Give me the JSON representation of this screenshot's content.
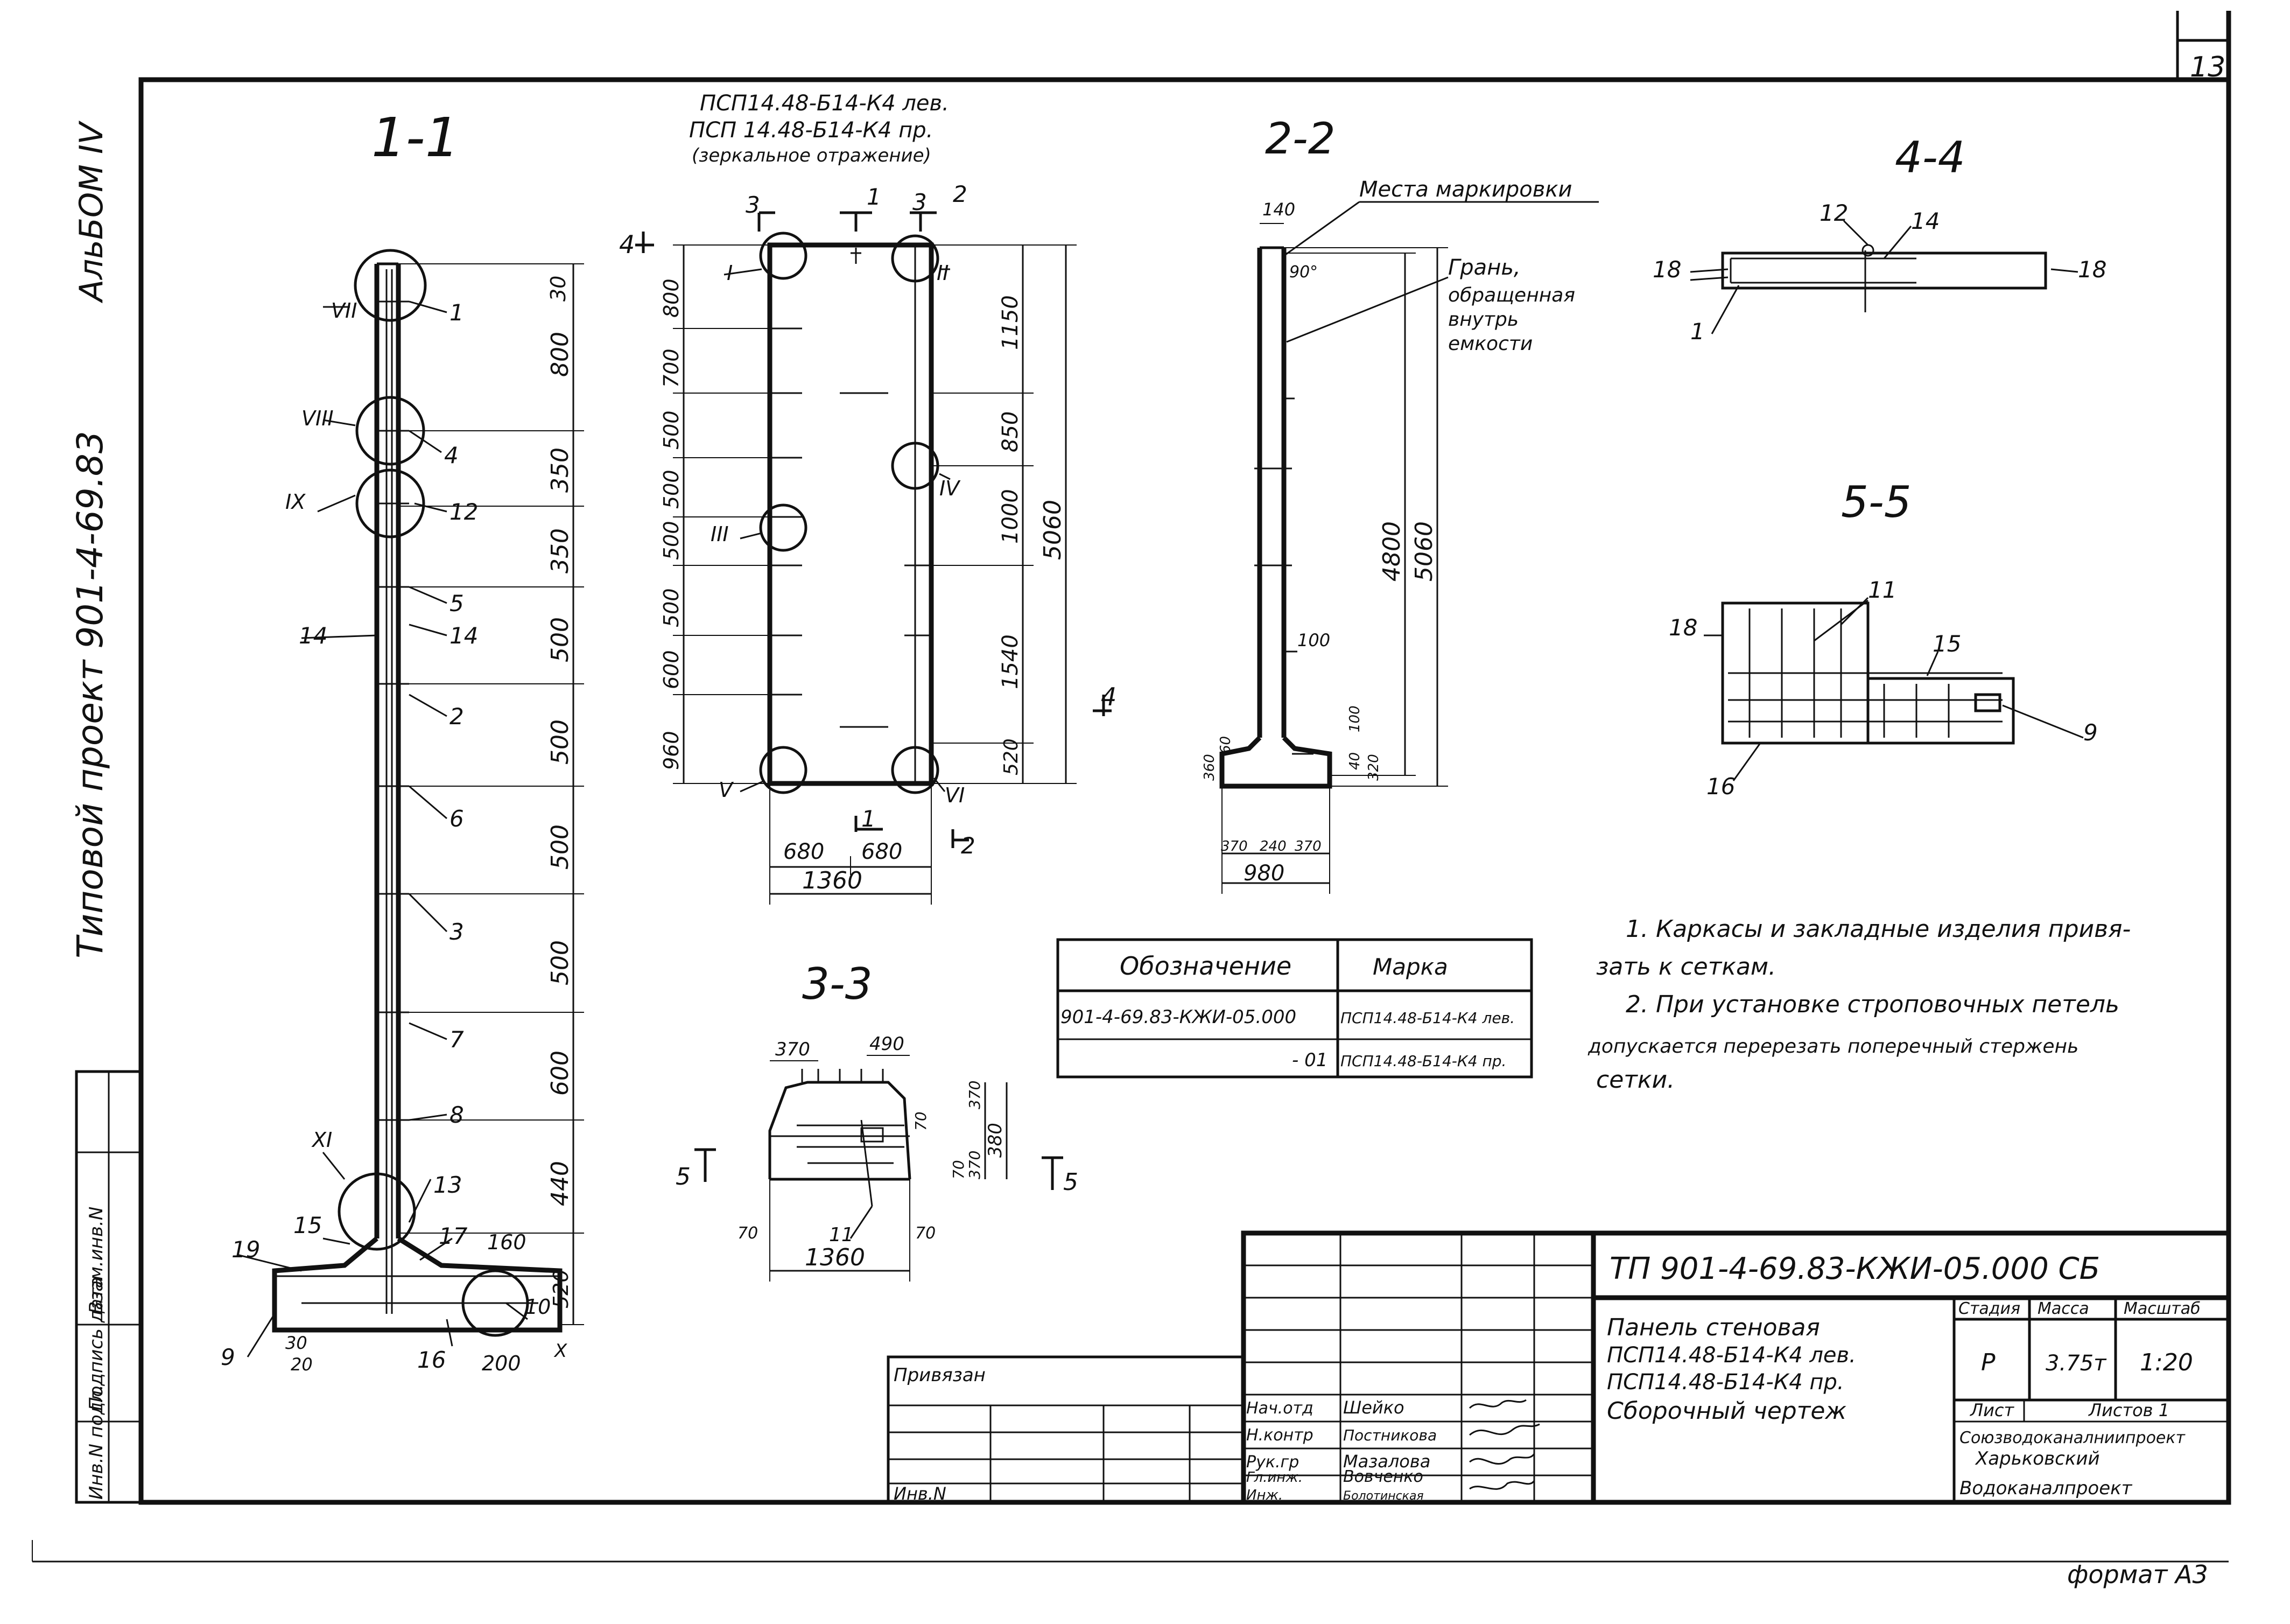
{
  "sheet": {
    "number": "13",
    "album": "АльБОМ IV",
    "project": "Типовой проект 901-4-69.83",
    "format": "формат А3"
  },
  "left_strip": {
    "labels": [
      "Инв.N подл.",
      "Подпись дата",
      "Взам.инв.N"
    ]
  },
  "section_1_1": {
    "title": "1-1",
    "dims": [
      "30",
      "800",
      "350",
      "350",
      "500",
      "500",
      "500",
      "500",
      "600",
      "440",
      "520",
      "160",
      "30",
      "20",
      "200"
    ],
    "callouts": [
      "1",
      "4",
      "12",
      "5",
      "14",
      "14",
      "2",
      "6",
      "3",
      "7",
      "8",
      "13",
      "17",
      "10",
      "16",
      "9",
      "19",
      "15"
    ],
    "nodes": [
      "VII",
      "VIII",
      "IX",
      "XI",
      "X"
    ]
  },
  "front_view": {
    "title_lines": [
      "ПСП14.48-Б14-К4 лев.",
      "ПСП 14.48-Б14-К4 пр.",
      "(зеркальное отражение)"
    ],
    "cut_marks": [
      "3",
      "1",
      "3",
      "2",
      "4",
      "4",
      "1",
      "2"
    ],
    "left_dims": [
      "800",
      "700",
      "500",
      "500",
      "500",
      "500",
      "600",
      "960"
    ],
    "right_dims": [
      "1150",
      "850",
      "1000",
      "1540",
      "520"
    ],
    "overall": "5060",
    "bottom_dims": [
      "680",
      "680",
      "1360"
    ],
    "nodes": [
      "I",
      "II",
      "III",
      "IV",
      "V",
      "VI"
    ]
  },
  "section_2_2": {
    "title": "2-2",
    "label_marking": "Места маркировки",
    "label_face": [
      "Грань,",
      "обращенная",
      "внутрь",
      "емкости"
    ],
    "dims": [
      "140",
      "90°",
      "4800",
      "5060",
      "100",
      "360",
      "60",
      "100",
      "40",
      "320",
      "370",
      "240",
      "370",
      "980"
    ]
  },
  "section_4_4": {
    "title": "4-4",
    "callouts": [
      "12",
      "14",
      "18",
      "18",
      "1"
    ]
  },
  "section_5_5": {
    "title": "5-5",
    "callouts": [
      "18",
      "11",
      "15",
      "9",
      "16"
    ]
  },
  "section_3_3": {
    "title": "3-3",
    "dims": [
      "370",
      "490",
      "70",
      "370",
      "370",
      "70",
      "380",
      "70",
      "70",
      "1360"
    ],
    "callouts": [
      "11"
    ],
    "cut_marks": [
      "5",
      "5"
    ]
  },
  "notes": {
    "lines": [
      "1. Каркасы и закладные изделия привя-",
      "зать к сеткам.",
      "2. При установке строповочных петель",
      "допускается перерезать поперечный стержень",
      "сетки."
    ]
  },
  "spec_table": {
    "headers": [
      "Обозначение",
      "Марка"
    ],
    "rows": [
      [
        "901-4-69.83-КЖИ-05.000",
        "ПСП14.48-Б14-К4 лев."
      ],
      [
        "- 01",
        "ПСП14.48-Б14-К4 пр."
      ]
    ]
  },
  "title_block": {
    "code": "ТП 901-4-69.83-КЖИ-05.000 СБ",
    "name_lines": [
      "Панель стеновая",
      "ПСП14.48-Б14-К4 лев.",
      "ПСП14.48-Б14-К4 пр.",
      "Сборочный чертеж"
    ],
    "stage_header": "Стадия",
    "mass_header": "Масса",
    "scale_header": "Масштаб",
    "stage": "Р",
    "mass": "3.75т",
    "scale": "1:20",
    "sheet_label": "Лист",
    "sheets_label": "Листов 1",
    "org": [
      "Союзводоканалниипроект",
      "Харьковский",
      "Водоканалпроект"
    ],
    "privyazan": "Привязан",
    "inv": "Инв.N",
    "roles": [
      "Нач.отд",
      "Н.контр",
      "Рук.гр",
      "Гл.инж.",
      "Инж."
    ],
    "names": [
      "Шейко",
      "Постникова",
      "Мазалова",
      "Вовченко",
      "Болотинская"
    ]
  }
}
